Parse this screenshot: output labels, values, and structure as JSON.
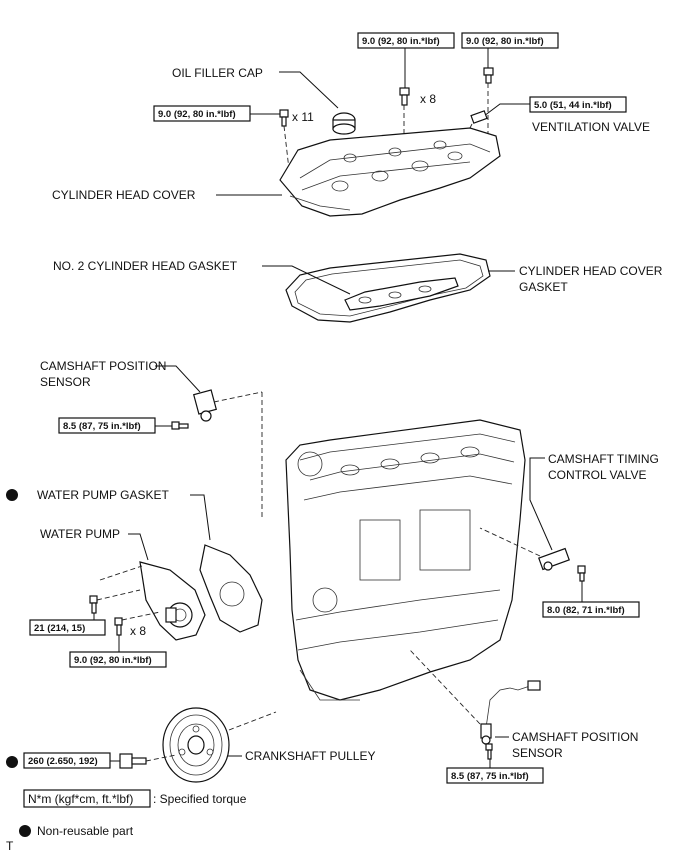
{
  "torque_specs": {
    "head_cover_bolt_center": "9.0 (92, 80 in.*lbf)",
    "head_cover_bolt_right": "9.0 (92, 80 in.*lbf)",
    "head_cover_bolt_left": "9.0 (92, 80 in.*lbf)",
    "ventilation_valve": "5.0 (51, 44 in.*lbf)",
    "cam_sensor_upper": "8.5 (87, 75 in.*lbf)",
    "water_pump_bolt_a": "21 (214, 15)",
    "water_pump_bolt_b": "9.0 (92, 80 in.*lbf)",
    "timing_valve": "8.0 (82, 71 in.*lbf)",
    "crank_pulley": "260 (2.650, 192)",
    "cam_sensor_lower": "8.5 (87, 75 in.*lbf)"
  },
  "quantities": {
    "x8_top": "x 8",
    "x11": "x 11",
    "x8_pump": "x 8"
  },
  "labels": {
    "oil_filler_cap": "OIL FILLER CAP",
    "ventilation_valve": "VENTILATION VALVE",
    "cylinder_head_cover": "CYLINDER HEAD COVER",
    "no2_gasket": "NO. 2 CYLINDER HEAD GASKET",
    "head_cover_gasket_l1": "CYLINDER HEAD COVER",
    "head_cover_gasket_l2": "GASKET",
    "cam_sensor_top_l1": "CAMSHAFT POSITION",
    "cam_sensor_top_l2": "SENSOR",
    "timing_valve_l1": "CAMSHAFT TIMING",
    "timing_valve_l2": "CONTROL VALVE",
    "water_pump_gasket": "WATER PUMP GASKET",
    "water_pump": "WATER PUMP",
    "crankshaft_pulley": "CRANKSHAFT PULLEY",
    "cam_sensor_bottom_l1": "CAMSHAFT POSITION",
    "cam_sensor_bottom_l2": "SENSOR"
  },
  "legend": {
    "torque_unit": "N*m (kgf*cm, ft.*lbf)",
    "torque_desc": ": Specified torque",
    "non_reusable": "Non-reusable part"
  },
  "figure_tag": "T"
}
